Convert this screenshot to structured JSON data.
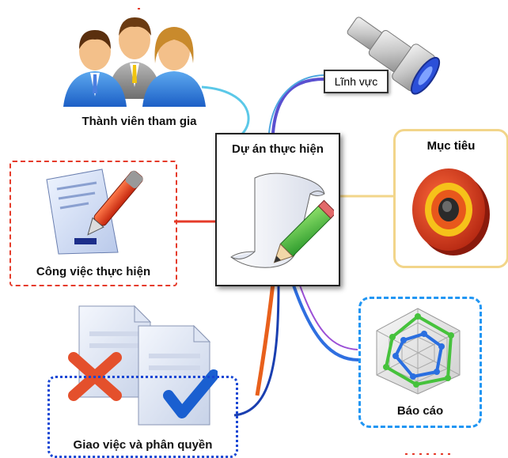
{
  "central": {
    "title": "Dự án thực hiện"
  },
  "nodes": {
    "thanh_vien": {
      "label": "Thành viên tham gia"
    },
    "linh_vuc": {
      "label": "Lĩnh vực"
    },
    "muc_tieu": {
      "label": "Mục tiêu"
    },
    "cong_viec": {
      "label": "Công việc thực hiện"
    },
    "bao_cao": {
      "label": "Báo cáo"
    },
    "giao_viec": {
      "label": "Giao việc và phân quyền"
    }
  },
  "colors": {
    "branch_thanh_vien": "#5bc8e8",
    "branch_linh_vuc": "#5a50d0",
    "branch_muc_tieu": "#f2d58a",
    "branch_cong_viec": "#e53b2a",
    "branch_bao_cao": "#2f6fe0",
    "branch_giao_viec": "#1a3fb0",
    "branch_center_red": "#e8601c"
  },
  "icons": {
    "thanh_vien": "people-group-icon",
    "linh_vuc": "telescope-icon",
    "muc_tieu": "target-icon",
    "cong_viec": "document-pen-icon",
    "bao_cao": "radar-chart-icon",
    "giao_viec": "documents-check-cross-icon",
    "central": "scroll-pencil-icon"
  }
}
